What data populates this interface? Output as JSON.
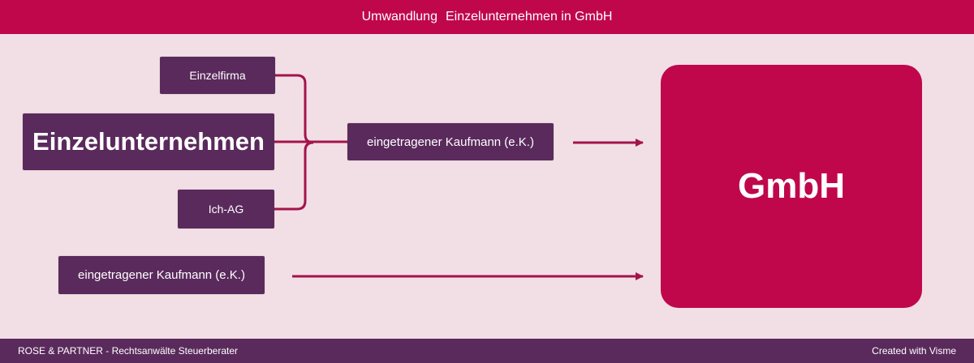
{
  "header": {
    "title_part1": "Umwandlung",
    "title_part2": "Einzelunternehmen in GmbH"
  },
  "diagram": {
    "nodes": {
      "einzelfirma": "Einzelfirma",
      "einzelunternehmen": "Einzelunternehmen",
      "ich_ag": "Ich-AG",
      "ek_middle": "eingetragener Kaufmann (e.K.)",
      "ek_bottom": "eingetragener Kaufmann (e.K.)",
      "gmbh": "GmbH"
    },
    "colors": {
      "primary": "#c0074c",
      "node_fill": "#5a2a5c",
      "background": "#f2dfe5",
      "connector": "#a3144a"
    }
  },
  "footer": {
    "left_text": "ROSE & PARTNER - Rechtsanwälte Steuerberater",
    "right_text": "Created with Visme"
  }
}
